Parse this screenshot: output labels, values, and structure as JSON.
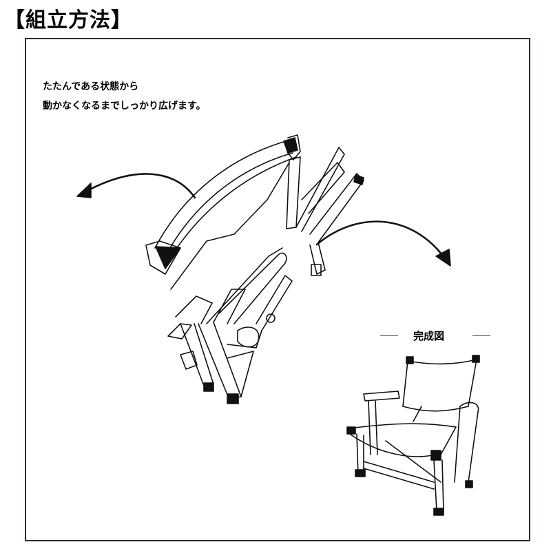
{
  "header": {
    "title": "【組立方法】"
  },
  "instructions": {
    "line1": "たたんである状態から",
    "line2": "動かなくなるまでしっかり広げます。"
  },
  "completed": {
    "label": "完成図"
  },
  "icons": {
    "left_arrow": "curved-arrow-left-icon",
    "right_arrow": "curved-arrow-right-icon"
  },
  "colors": {
    "frame_border": "#3a2a22",
    "line_art": "#111111"
  }
}
